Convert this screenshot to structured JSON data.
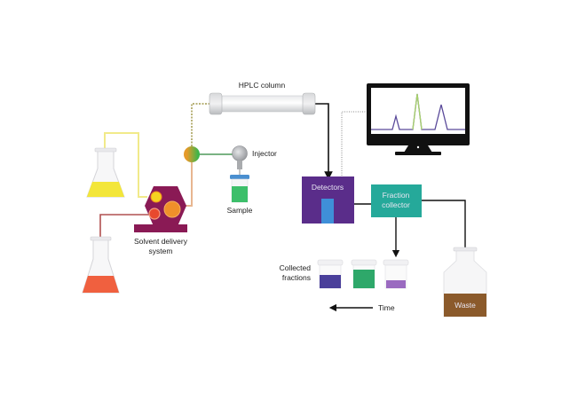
{
  "diagram": {
    "title": "HPLC system schematic",
    "labels": {
      "hplc_column": "HPLC column",
      "injector": "Injector",
      "sample": "Sample",
      "solvent_delivery_line1": "Solvent delivery",
      "solvent_delivery_line2": "system",
      "detectors": "Detectors",
      "fraction_collector_line1": "Fraction",
      "fraction_collector_line2": "collector",
      "collected_fractions_line1": "Collected",
      "collected_fractions_line2": "fractions",
      "time": "Time",
      "waste": "Waste"
    },
    "colors": {
      "solvent_a": "#f3e63a",
      "solvent_b": "#f0603f",
      "pump_body": "#8a1a55",
      "pump_circle_yellow": "#f5d320",
      "pump_circle_orange": "#f0902a",
      "pump_circle_red": "#e8492e",
      "mixer_left": "#e59a2a",
      "mixer_right": "#3cb54a",
      "sample_liquid": "#3cbf6a",
      "detector_box": "#5a2d8a",
      "detector_window": "#3f8fd8",
      "fraction_box": "#25a99a",
      "fraction_1": "#4a3f9a",
      "fraction_2": "#2ea86a",
      "fraction_3": "#9a6ac0",
      "waste_liquid": "#8b5a2b",
      "monitor_frame": "#111111",
      "peak_green": "#a8d36a",
      "peak_purple": "#5a4a9a"
    },
    "nodes": [
      "Solvent reservoir A",
      "Solvent reservoir B",
      "Solvent delivery system",
      "Mixer",
      "Injector",
      "Sample",
      "HPLC column",
      "Detectors",
      "Computer monitor",
      "Fraction collector",
      "Collected fractions",
      "Waste"
    ]
  }
}
